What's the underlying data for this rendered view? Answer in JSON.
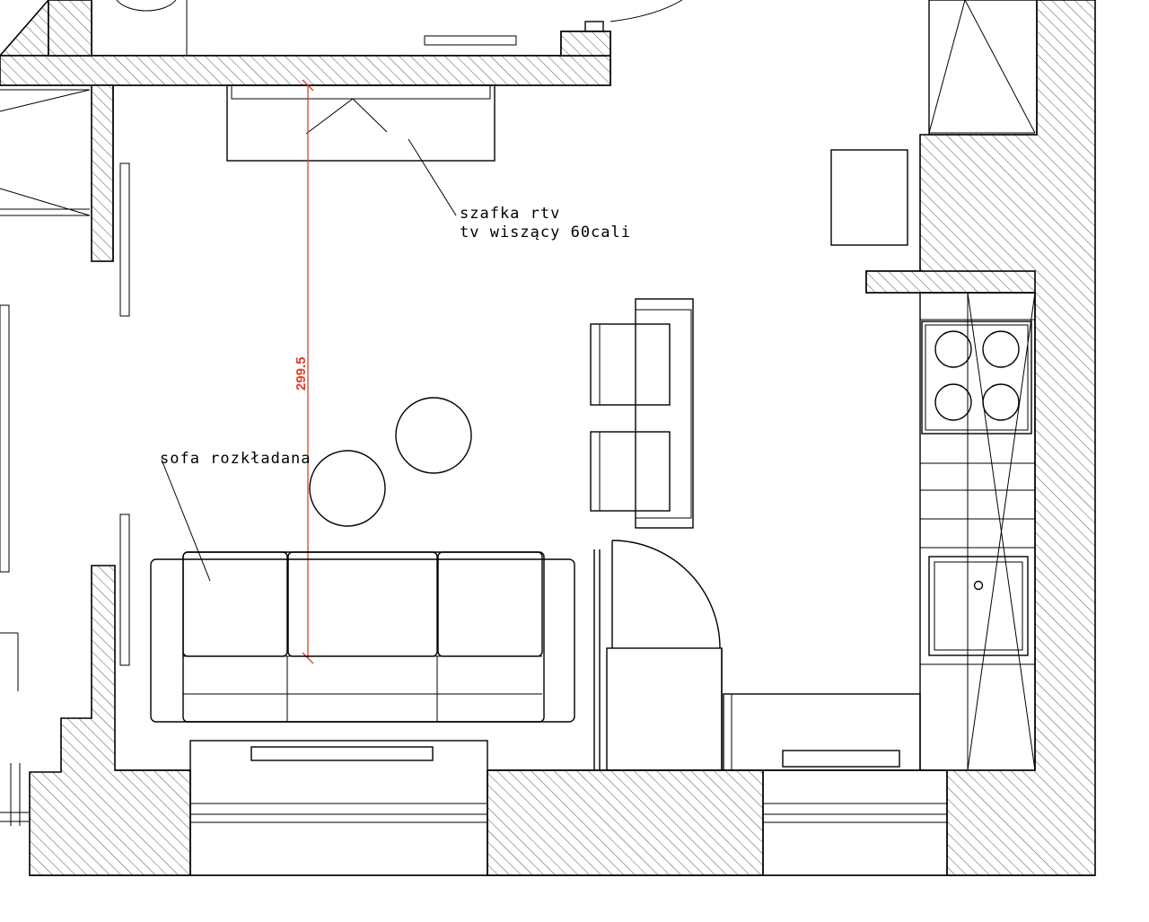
{
  "annotations": {
    "tv_cabinet_line1": "szafka rtv",
    "tv_cabinet_line2": "tv wiszący 60cali",
    "sofa_label": "sofa rozkładana"
  },
  "dimension": {
    "value": "299.5"
  },
  "colors": {
    "line": "#000000",
    "dimension": "#e0402a",
    "background": "#ffffff"
  }
}
